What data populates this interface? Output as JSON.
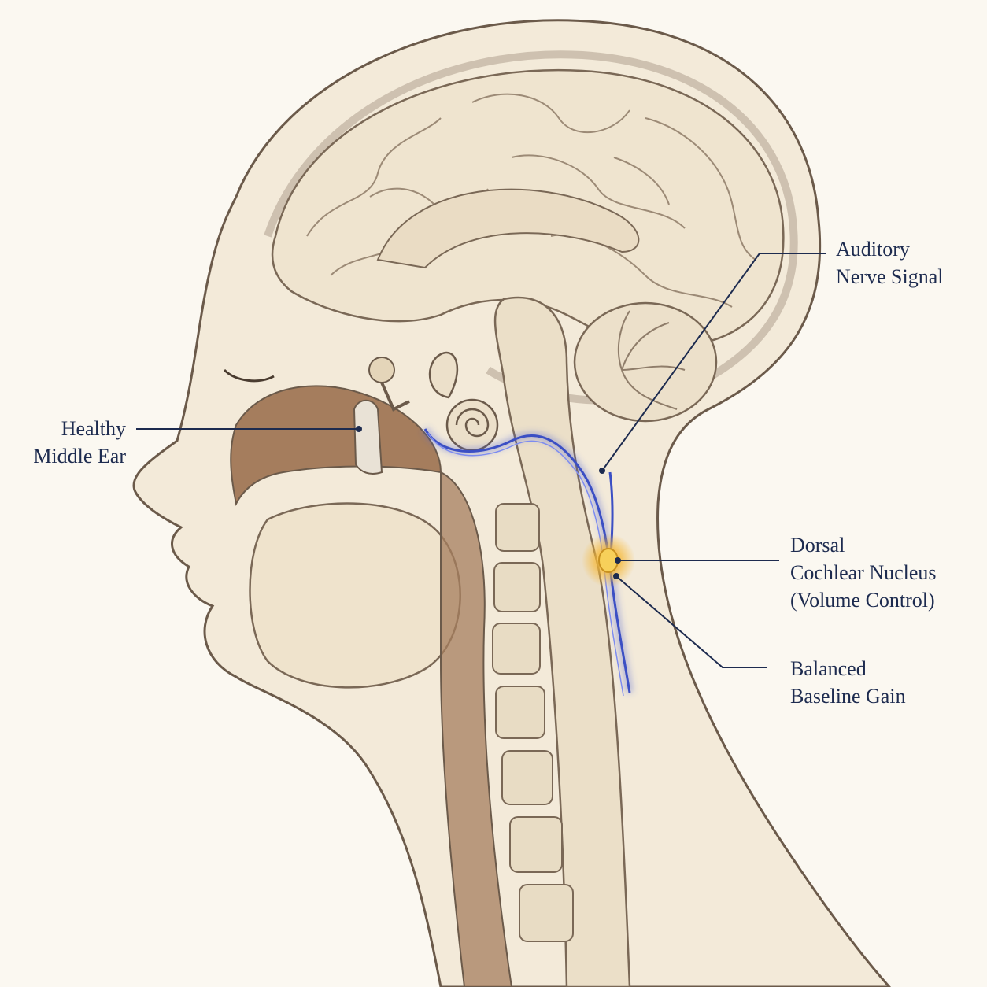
{
  "labels": {
    "middle_ear": {
      "line1": "Healthy",
      "line2": "Middle Ear"
    },
    "auditory_nerve": {
      "line1": "Auditory",
      "line2": "Nerve Signal"
    },
    "dcn": {
      "line1": "Dorsal",
      "line2": "Cochlear Nucleus",
      "line3": "(Volume Control)"
    },
    "baseline": {
      "line1": "Balanced",
      "line2": "Baseline Gain"
    }
  },
  "colors": {
    "background": "#fbf8f1",
    "ink": "#1d2b4f",
    "outline": "#6b5a4a",
    "skin": "#f3ead9",
    "tissue": "#efe4cf",
    "bone": "#e8dcc4",
    "cavity": "#a57d5d",
    "nerve_signal": "#4a5fd8",
    "nucleus_glow": "#f6b733"
  }
}
